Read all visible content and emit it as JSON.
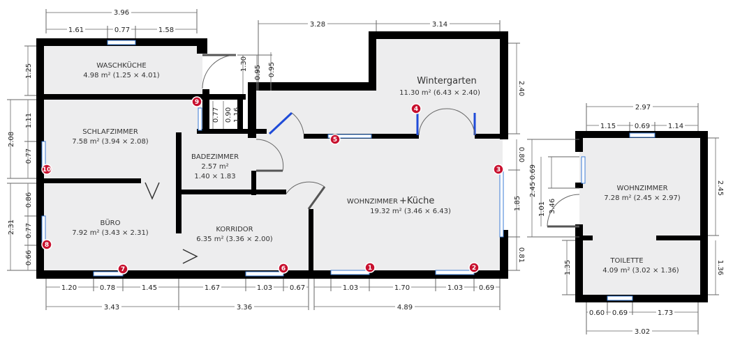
{
  "rooms": {
    "waschkueche": {
      "name": "WASCHKÜCHE",
      "area": "4.98 m² (1.25 × 4.01)"
    },
    "wintergarten": {
      "name": "Wintergarten",
      "area": "11.30 m² (6.43 × 2.40)"
    },
    "schlafzimmer": {
      "name": "SCHLAFZIMMER",
      "area": "7.58 m² (3.94 × 2.08)"
    },
    "badezimmer": {
      "name": "BADEZIMMER",
      "area": "2.57 m²",
      "dims": "1.40 × 1.83"
    },
    "wohnkueche": {
      "name": "WOHNZIMMER",
      "name_suffix": "+Küche",
      "area": "19.32 m² (3.46 × 6.43)"
    },
    "buero": {
      "name": "BÜRO",
      "area": "7.92 m² (3.43 × 2.31)"
    },
    "korridor": {
      "name": "KORRIDOR",
      "area": "6.35 m² (3.36 × 2.00)"
    },
    "wohnzimmer2": {
      "name": "WOHNZIMMER",
      "area": "7.28 m² (2.45 × 2.97)"
    },
    "toilette": {
      "name": "TOILETTE",
      "area": "4.09 m² (3.02 × 1.36)"
    }
  },
  "dimensions": {
    "top_396": "3.96",
    "top_161": "1.61",
    "top_077": "0.77",
    "top_158": "1.58",
    "top_328": "3.28",
    "top_314": "3.14",
    "left_125": "1.25",
    "left_208": "2.08",
    "left_111": "1.11",
    "left_077a": "0.77",
    "left_231": "2.31",
    "left_086": "0.86",
    "left_077b": "0.77",
    "left_066": "0.66",
    "v_130": "1.30",
    "v_095a": "0.95",
    "v_095b": "0.95",
    "v_077": "0.77",
    "v_090": "0.90",
    "v_116": "1.16",
    "right_240": "2.40",
    "mid_080": "0.80",
    "mid_069": "0.69",
    "mid_245": "2.45",
    "mid_185": "1.85",
    "mid_101": "1.01",
    "mid_346": "3.46",
    "mid_081": "0.81",
    "bot_120": "1.20",
    "bot_078": "0.78",
    "bot_145": "1.45",
    "bot_343": "3.43",
    "bot_167": "1.67",
    "bot_103a": "1.03",
    "bot_067": "0.67",
    "bot_336": "3.36",
    "bot_103b": "1.03",
    "bot_170": "1.70",
    "bot_103c": "1.03",
    "bot_069": "0.69",
    "bot_489": "4.89",
    "r_297": "2.97",
    "r_115": "1.15",
    "r_069a": "0.69",
    "r_114": "1.14",
    "r_245": "2.45",
    "r_135": "1.35",
    "r_136": "1.36",
    "r_060": "0.60",
    "r_069b": "0.69",
    "r_173": "1.73",
    "r_302": "3.02"
  },
  "markers": [
    "1",
    "2",
    "3",
    "4",
    "5",
    "6",
    "7",
    "8",
    "9",
    "10"
  ],
  "colors": {
    "wall": "#000000",
    "floor": "#ededee",
    "window": "#3a7bd5",
    "door_open": "#1f4bd8",
    "marker": "#c8102e"
  }
}
